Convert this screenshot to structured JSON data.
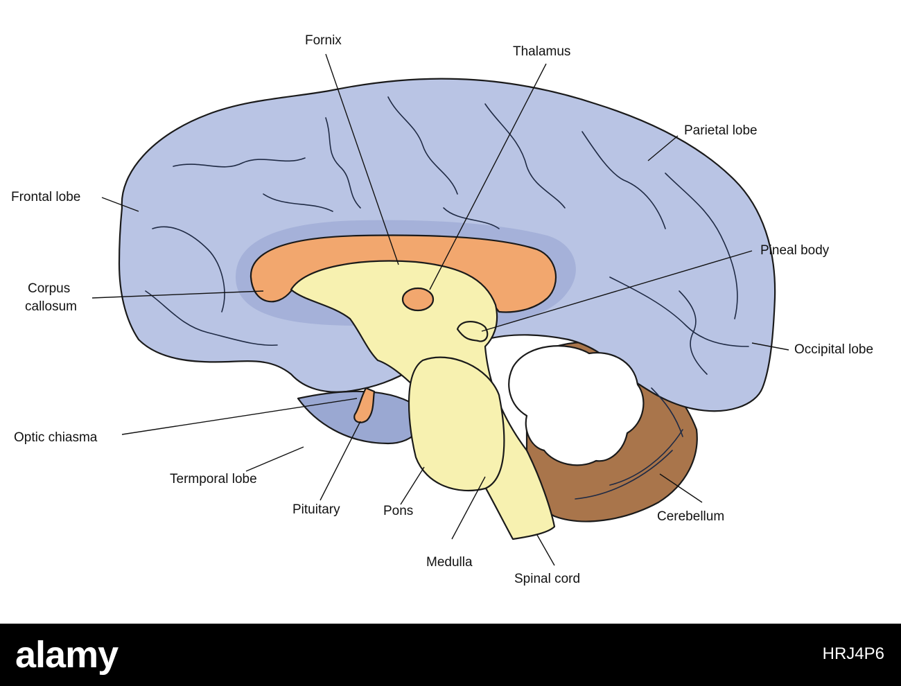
{
  "colors": {
    "cortex": "#b9c4e4",
    "cortex_shadow": "#9aa8d2",
    "corpus_callosum": "#f2a76e",
    "brainstem": "#f7f1b0",
    "cerebellum": "#a9754b",
    "arbor_vitae": "#ffffff",
    "footer_background": "#000000"
  },
  "labels": {
    "fornix": "Fornix",
    "thalamus": "Thalamus",
    "parietal_lobe": "Parietal lobe",
    "frontal_lobe": "Frontal lobe",
    "pineal_body": "Pineal body",
    "corpus_callosum_line1": "Corpus",
    "corpus_callosum_line2": "callosum",
    "occipital_lobe": "Occipital lobe",
    "optic_chiasma": "Optic chiasma",
    "temporal_lobe": "Termporal lobe",
    "pituitary": "Pituitary",
    "pons": "Pons",
    "cerebellum": "Cerebellum",
    "medulla": "Medulla",
    "spinal_cord": "Spinal cord"
  },
  "footer": {
    "brand": "alamy",
    "image_id": "HRJ4P6"
  }
}
